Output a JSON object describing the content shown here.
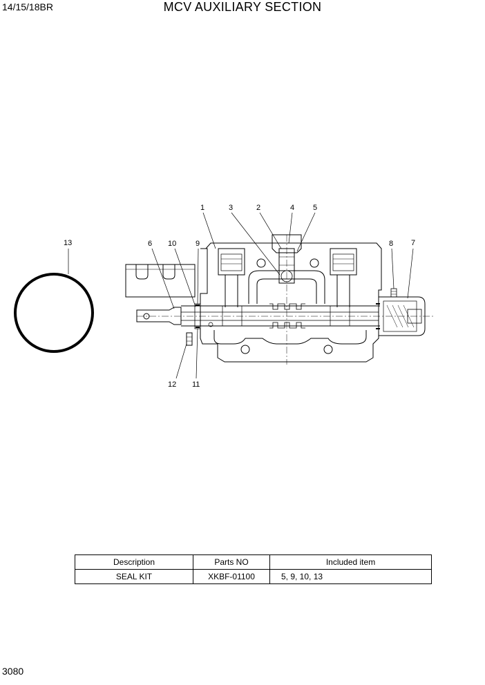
{
  "header": {
    "model": "14/15/18BR",
    "title": "MCV AUXILIARY SECTION"
  },
  "callouts": [
    {
      "id": "1",
      "label": "1"
    },
    {
      "id": "2",
      "label": "2"
    },
    {
      "id": "3",
      "label": "3"
    },
    {
      "id": "4",
      "label": "4"
    },
    {
      "id": "5",
      "label": "5"
    },
    {
      "id": "6",
      "label": "6"
    },
    {
      "id": "7",
      "label": "7"
    },
    {
      "id": "8",
      "label": "8"
    },
    {
      "id": "9",
      "label": "9"
    },
    {
      "id": "10",
      "label": "10"
    },
    {
      "id": "11",
      "label": "11"
    },
    {
      "id": "12",
      "label": "12"
    },
    {
      "id": "13",
      "label": "13"
    }
  ],
  "parts_table": {
    "headers": [
      "Description",
      "Parts NO",
      "Included item"
    ],
    "rows": [
      {
        "description": "SEAL KIT",
        "parts_no": "XKBF-01100",
        "included": "5, 9, 10, 13"
      }
    ]
  },
  "footer": {
    "page_number": "3080"
  }
}
